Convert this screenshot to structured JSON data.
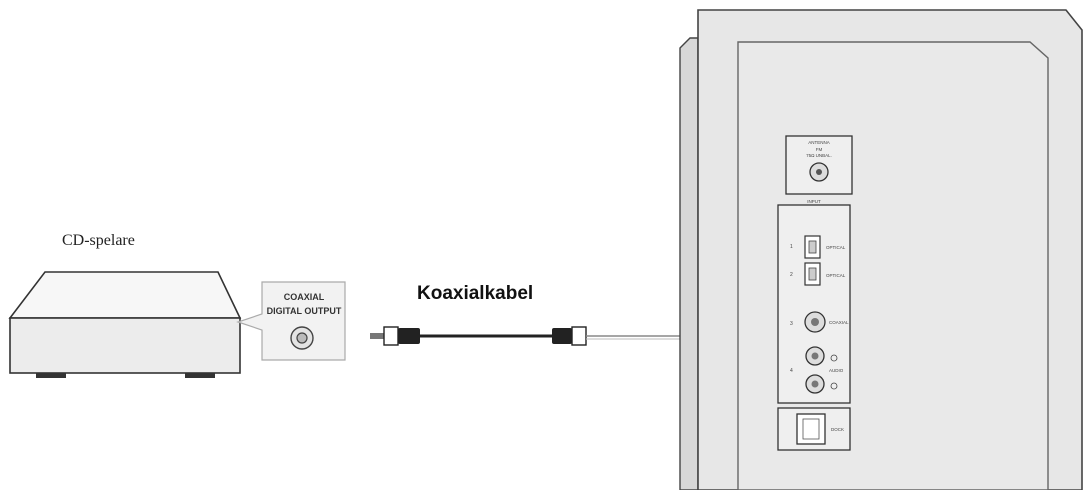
{
  "labels": {
    "cd_player": "CD-spelare",
    "cable": "Koaxialkabel",
    "port_line1": "COAXIAL",
    "port_line2": "DIGITAL OUTPUT"
  },
  "receiver_panel": {
    "antenna_title": "ANTENNA",
    "antenna_sub1": "FM",
    "antenna_sub2": "75Ω UNBAL.",
    "input_title": "INPUT",
    "inputs": [
      {
        "num": "1",
        "label": "OPTICAL"
      },
      {
        "num": "2",
        "label": "OPTICAL"
      },
      {
        "num": "3",
        "label": "COAXIAL"
      },
      {
        "num": "4",
        "label": "AUDIO"
      }
    ],
    "dock_label": "DOCK"
  }
}
